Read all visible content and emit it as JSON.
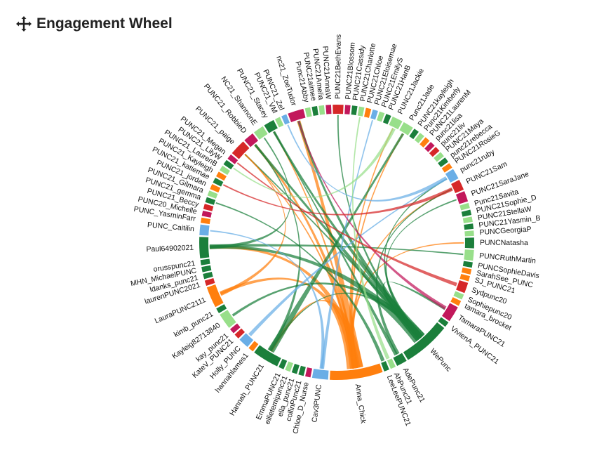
{
  "title": "Engagement Wheel",
  "icons": {
    "header": "move-arrows-icon"
  },
  "nodes": [
    {
      "label": "Cav3PUNC",
      "size": 3,
      "color": "#6aaee6"
    },
    {
      "label": "Chloe_D_Nurse",
      "size": 1,
      "color": "#c2185b"
    },
    {
      "label": "collinPunc21",
      "size": 1,
      "color": "#1b7f3b"
    },
    {
      "label": "ella_punc21",
      "size": 1,
      "color": "#1b7f3b"
    },
    {
      "label": "ellietemipunc21",
      "size": 1,
      "color": "#98df8a"
    },
    {
      "label": "EmmaPUNC21",
      "size": 1,
      "color": "#1b7f3b"
    },
    {
      "label": "Hannah_PUNC21",
      "size": 5,
      "color": "#1b7f3b"
    },
    {
      "label": "hannahlames1",
      "size": 1,
      "color": "#ff7f0e"
    },
    {
      "label": "Holly_PUNC",
      "size": 2,
      "color": "#6aaee6"
    },
    {
      "label": "KateV_PUNC21",
      "size": 1,
      "color": "#d62728"
    },
    {
      "label": "kay_punc21",
      "size": 1,
      "color": "#c2185b"
    },
    {
      "label": "Kayleig82713840",
      "size": 3,
      "color": "#98df8a"
    },
    {
      "label": "kimb_punc21",
      "size": 1,
      "color": "#1b7f3b"
    },
    {
      "label": "LauraPUNC2111",
      "size": 4,
      "color": "#ff7f0e"
    },
    {
      "label": "laurenPUNC2021",
      "size": 1,
      "color": "#d62728"
    },
    {
      "label": "ldanks_punc21",
      "size": 1,
      "color": "#1b7f3b"
    },
    {
      "label": "MHN_MichaelPUNC",
      "size": 1,
      "color": "#1b7f3b"
    },
    {
      "label": "orusspunc21",
      "size": 1,
      "color": "#1b7f3b"
    },
    {
      "label": "Paul64902021",
      "size": 4,
      "color": "#1b7f3b"
    },
    {
      "label": "PUNC_Caitilin",
      "size": 2,
      "color": "#6aaee6"
    },
    {
      "label": "PUNC_YasminFarr",
      "size": 1,
      "color": "#ff7f0e"
    },
    {
      "label": "PUNC20_Michelle",
      "size": 1,
      "color": "#c2185b"
    },
    {
      "label": "PUNC21_Beccy",
      "size": 1,
      "color": "#d62728"
    },
    {
      "label": "PUNC21_gemma",
      "size": 1,
      "color": "#1b7f3b"
    },
    {
      "label": "PUNC21_Gilmara",
      "size": 1,
      "color": "#98df8a"
    },
    {
      "label": "PUNC21_jordan",
      "size": 1,
      "color": "#ff7f0e"
    },
    {
      "label": "PUNC21_katiemae",
      "size": 1,
      "color": "#1b7f3b"
    },
    {
      "label": "PUNC21_Kayleigh",
      "size": 1,
      "color": "#ff7f0e"
    },
    {
      "label": "PUNC21_LaurenB",
      "size": 1,
      "color": "#98df8a"
    },
    {
      "label": "PUNC21_LilyW",
      "size": 1,
      "color": "#1b7f3b"
    },
    {
      "label": "PUNC21_Megan",
      "size": 1,
      "color": "#c2185b"
    },
    {
      "label": "PUNC21_paige",
      "size": 3,
      "color": "#d62728"
    },
    {
      "label": "PUNC21_RobbieD",
      "size": 2,
      "color": "#c2185b"
    },
    {
      "label": "NC21_ShannonE",
      "size": 2,
      "color": "#98df8a"
    },
    {
      "label": "PUNC21_Stacey",
      "size": 2,
      "color": "#1b7f3b"
    },
    {
      "label": "PUNC21_VM",
      "size": 1,
      "color": "#98df8a"
    },
    {
      "label": "PUNC21_Zel",
      "size": 1,
      "color": "#6aaee6"
    },
    {
      "label": "nc21_ZoeTudor",
      "size": 3,
      "color": "#c2185b"
    },
    {
      "label": "Punc21Abby",
      "size": 1,
      "color": "#98df8a"
    },
    {
      "label": "PUNC21aimee",
      "size": 1,
      "color": "#1b7f3b"
    },
    {
      "label": "PUNC21Amelia",
      "size": 1,
      "color": "#98df8a"
    },
    {
      "label": "PUNC21AnnaW",
      "size": 1,
      "color": "#c2185b"
    },
    {
      "label": "PUNC21BethEvans",
      "size": 2,
      "color": "#d62728"
    },
    {
      "label": "PUNC21Blossom",
      "size": 1,
      "color": "#c2185b"
    },
    {
      "label": "PUNC21Cassidy",
      "size": 1,
      "color": "#1b7f3b"
    },
    {
      "label": "PUNC21Charlotte",
      "size": 1,
      "color": "#98df8a"
    },
    {
      "label": "PUNC21Chloe",
      "size": 1,
      "color": "#ff7f0e"
    },
    {
      "label": "PUNC21Eloisemae",
      "size": 1,
      "color": "#6aaee6"
    },
    {
      "label": "PUNC21EmilyS",
      "size": 1,
      "color": "#98df8a"
    },
    {
      "label": "PUNC21HanB",
      "size": 1,
      "color": "#1b7f3b"
    },
    {
      "label": "PUNC21Jackie",
      "size": 2,
      "color": "#98df8a"
    },
    {
      "label": "Punc21Jade",
      "size": 2,
      "color": "#98df8a"
    },
    {
      "label": "PUNC21kayleigh",
      "size": 1,
      "color": "#1b7f3b"
    },
    {
      "label": "Punc21Kimberly",
      "size": 1,
      "color": "#98df8a"
    },
    {
      "label": "PUNC21LaurenM",
      "size": 1,
      "color": "#ff7f0e"
    },
    {
      "label": "punc21lisa",
      "size": 1,
      "color": "#c2185b"
    },
    {
      "label": "punc21liv",
      "size": 1,
      "color": "#d62728"
    },
    {
      "label": "PUNC21Maya",
      "size": 1,
      "color": "#98df8a"
    },
    {
      "label": "punc21rebecca",
      "size": 1,
      "color": "#1b7f3b"
    },
    {
      "label": "PUNC21RosieG",
      "size": 1,
      "color": "#ff7f0e"
    },
    {
      "label": "punc21ruby",
      "size": 2,
      "color": "#6aaee6"
    },
    {
      "label": "PUNC21Sam",
      "size": 2,
      "color": "#d62728"
    },
    {
      "label": "PUNC21SaraJane",
      "size": 2,
      "color": "#c2185b"
    },
    {
      "label": "Punc21Savita",
      "size": 1,
      "color": "#98df8a"
    },
    {
      "label": "PUNC21Sophie_D",
      "size": 1,
      "color": "#1b7f3b"
    },
    {
      "label": "PUNC21StellaW",
      "size": 1,
      "color": "#98df8a"
    },
    {
      "label": "PUNC21Yasmin_B",
      "size": 1,
      "color": "#1b7f3b"
    },
    {
      "label": "PUNCGeorgiaP",
      "size": 1,
      "color": "#98df8a"
    },
    {
      "label": "PUNCNatasha",
      "size": 2,
      "color": "#1b7f3b"
    },
    {
      "label": "PUNCRuthMartin",
      "size": 2,
      "color": "#98df8a"
    },
    {
      "label": "PUNCSophieDavis",
      "size": 1,
      "color": "#1b7f3b"
    },
    {
      "label": "SarahSee_PUNC",
      "size": 1,
      "color": "#ff7f0e"
    },
    {
      "label": "SJ_PUNC21",
      "size": 1,
      "color": "#ff7f0e"
    },
    {
      "label": "Sydpunc20",
      "size": 2,
      "color": "#d62728"
    },
    {
      "label": "Sophiepunc20",
      "size": 1,
      "color": "#98df8a"
    },
    {
      "label": "tamara_brocket",
      "size": 1,
      "color": "#ff7f0e"
    },
    {
      "label": "TamaraPUNC21",
      "size": 3,
      "color": "#c2185b"
    },
    {
      "label": "VivienA_PUNC21",
      "size": 1,
      "color": "#1b7f3b"
    },
    {
      "label": "WePunc",
      "size": 9,
      "color": "#1b7f3b"
    },
    {
      "label": "AdePunc21",
      "size": 2,
      "color": "#1b7f3b"
    },
    {
      "label": "AhPunc21",
      "size": 1,
      "color": "#98df8a"
    },
    {
      "label": "LeeLeePUNC21",
      "size": 1,
      "color": "#1b7f3b"
    },
    {
      "label": "Anna_Chick",
      "size": 10,
      "color": "#ff7f0e"
    }
  ],
  "links": [
    {
      "source": "Anna_Chick",
      "target": "nc21_ZoeTudor",
      "value": 3
    },
    {
      "source": "Anna_Chick",
      "target": "Paul64902021",
      "value": 3
    },
    {
      "source": "Anna_Chick",
      "target": "LauraPUNC2111",
      "value": 3
    },
    {
      "source": "Anna_Chick",
      "target": "Hannah_PUNC21",
      "value": 3
    },
    {
      "source": "Anna_Chick",
      "target": "PUNC21_RobbieD",
      "value": 2
    },
    {
      "source": "Anna_Chick",
      "target": "PUNC21_paige",
      "value": 1
    },
    {
      "source": "Anna_Chick",
      "target": "PUNC21_Stacey",
      "value": 1
    },
    {
      "source": "Anna_Chick",
      "target": "PUNC21Jackie",
      "value": 1
    },
    {
      "source": "Anna_Chick",
      "target": "PUNCNatasha",
      "value": 1
    },
    {
      "source": "Anna_Chick",
      "target": "Punc21Jade",
      "value": 1
    },
    {
      "source": "Anna_Chick",
      "target": "PUNC21Sam",
      "value": 1
    },
    {
      "source": "WePunc",
      "target": "Paul64902021",
      "value": 3
    },
    {
      "source": "WePunc",
      "target": "PUNC21_Stacey",
      "value": 2
    },
    {
      "source": "WePunc",
      "target": "nc21_ZoeTudor",
      "value": 2
    },
    {
      "source": "WePunc",
      "target": "PUNC21_RobbieD",
      "value": 2
    },
    {
      "source": "WePunc",
      "target": "Kayleig82713840",
      "value": 2
    },
    {
      "source": "WePunc",
      "target": "PUNC21SaraJane",
      "value": 1
    },
    {
      "source": "WePunc",
      "target": "TamaraPUNC21",
      "value": 2
    },
    {
      "source": "WePunc",
      "target": "PUNC21BethEvans",
      "value": 1
    },
    {
      "source": "WePunc",
      "target": "Hannah_PUNC21",
      "value": 1
    },
    {
      "source": "WePunc",
      "target": "PUNC21_paige",
      "value": 1
    },
    {
      "source": "WePunc",
      "target": "punc21ruby",
      "value": 1
    },
    {
      "source": "Hannah_PUNC21",
      "target": "Punc21Jade",
      "value": 2
    },
    {
      "source": "Hannah_PUNC21",
      "target": "PUNC21_RobbieD",
      "value": 1
    },
    {
      "source": "LauraPUNC2111",
      "target": "PUNC21_paige",
      "value": 1
    },
    {
      "source": "Paul64902021",
      "target": "NC21_ShannonE",
      "value": 1
    },
    {
      "source": "Paul64902021",
      "target": "PUNCRuthMartin",
      "value": 1
    },
    {
      "source": "Cav3PUNC",
      "target": "PUNC21Eloisemae",
      "value": 1
    },
    {
      "source": "Cav3PUNC",
      "target": "PUNC_Caitilin",
      "value": 1
    },
    {
      "source": "Holly_PUNC",
      "target": "punc21ruby",
      "value": 1
    },
    {
      "source": "TamaraPUNC21",
      "target": "nc21_ZoeTudor",
      "value": 1
    },
    {
      "source": "Sydpunc20",
      "target": "PUNC21_Megan",
      "value": 1
    },
    {
      "source": "AdePunc21",
      "target": "PUNC21_Stacey",
      "value": 1
    },
    {
      "source": "AdePunc21",
      "target": "PUNC21Sam",
      "value": 1
    },
    {
      "source": "PUNC21Sam",
      "target": "PUNC21_katiemae",
      "value": 1
    },
    {
      "source": "PUNC21Jackie",
      "target": "PUNC21_LilyW",
      "value": 1
    },
    {
      "source": "punc21ruby",
      "target": "PUNC21_Zel",
      "value": 1
    },
    {
      "source": "LeeLeePUNC21",
      "target": "PUNC21_gemma",
      "value": 1
    },
    {
      "source": "AhPunc21",
      "target": "PUNC21Charlotte",
      "value": 1
    }
  ]
}
